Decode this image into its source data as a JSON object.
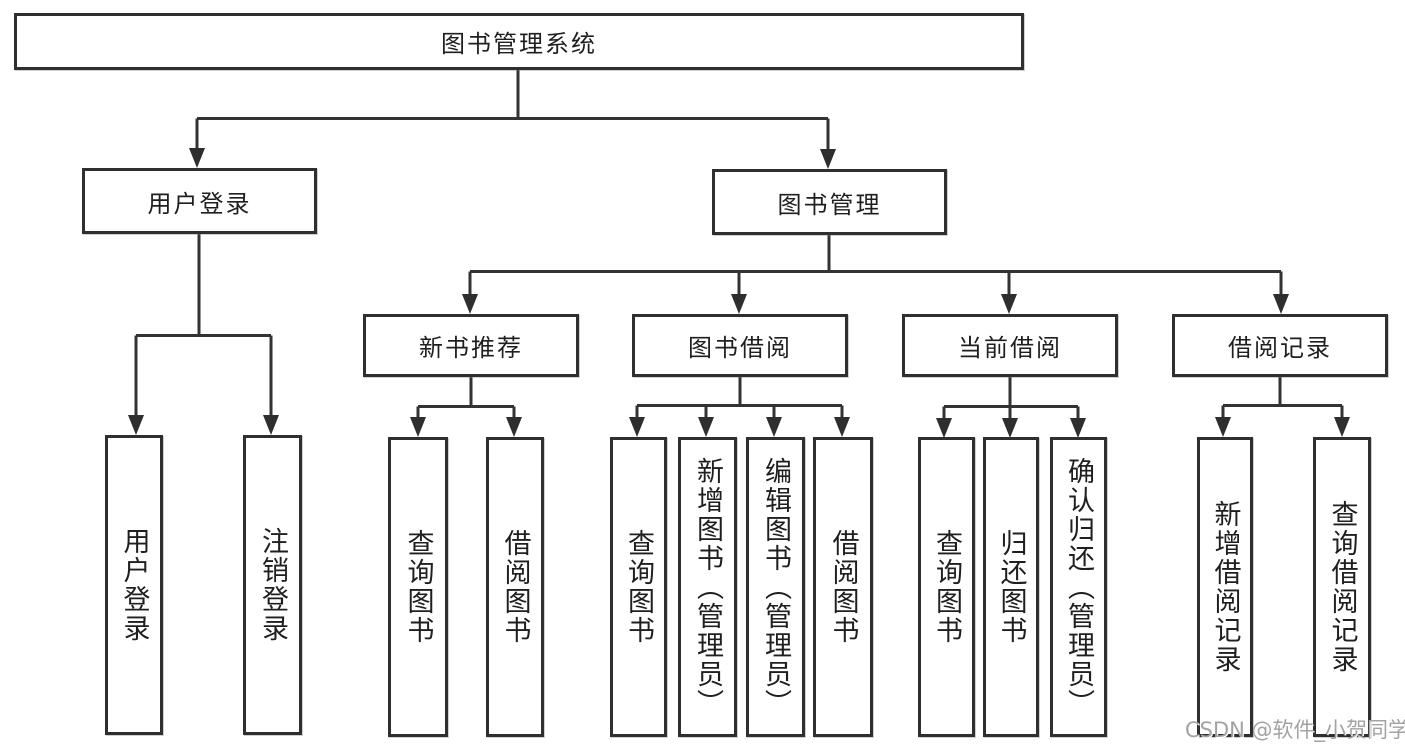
{
  "diagram_title": "图书管理系统",
  "watermark": "CSDN @软件_小贺同学",
  "colors": {
    "background": "#ffffff",
    "line": "#333333",
    "box_border": "#2f2f2f",
    "text": "#1f1f1f",
    "watermark": "#a3a3a3"
  },
  "nodes": {
    "root": {
      "label": "图书管理系统"
    },
    "user_login": {
      "label": "用户登录"
    },
    "book_mgmt": {
      "label": "图书管理"
    },
    "new_book_rec": {
      "label": "新书推荐"
    },
    "book_borrow": {
      "label": "图书借阅"
    },
    "current_borrow": {
      "label": "当前借阅"
    },
    "borrow_record": {
      "label": "借阅记录"
    },
    "leaf_user_login": {
      "label": "用户登录"
    },
    "leaf_logout": {
      "label": "注销登录"
    },
    "leaf_rec_query_book": {
      "label": "查询图书"
    },
    "leaf_rec_borrow_book": {
      "label": "借阅图书"
    },
    "leaf_bb_query_book": {
      "label": "查询图书"
    },
    "leaf_bb_add_book": {
      "label": "新增图书（管理员）"
    },
    "leaf_bb_edit_book": {
      "label": "编辑图书（管理员）"
    },
    "leaf_bb_borrow_book": {
      "label": "借阅图书"
    },
    "leaf_cb_query_book": {
      "label": "查询图书"
    },
    "leaf_cb_return_book": {
      "label": "归还图书"
    },
    "leaf_cb_confirm_return": {
      "label": "确认归还（管理员）"
    },
    "leaf_br_add_record": {
      "label": "新增借阅记录"
    },
    "leaf_br_query_record": {
      "label": "查询借阅记录"
    }
  }
}
